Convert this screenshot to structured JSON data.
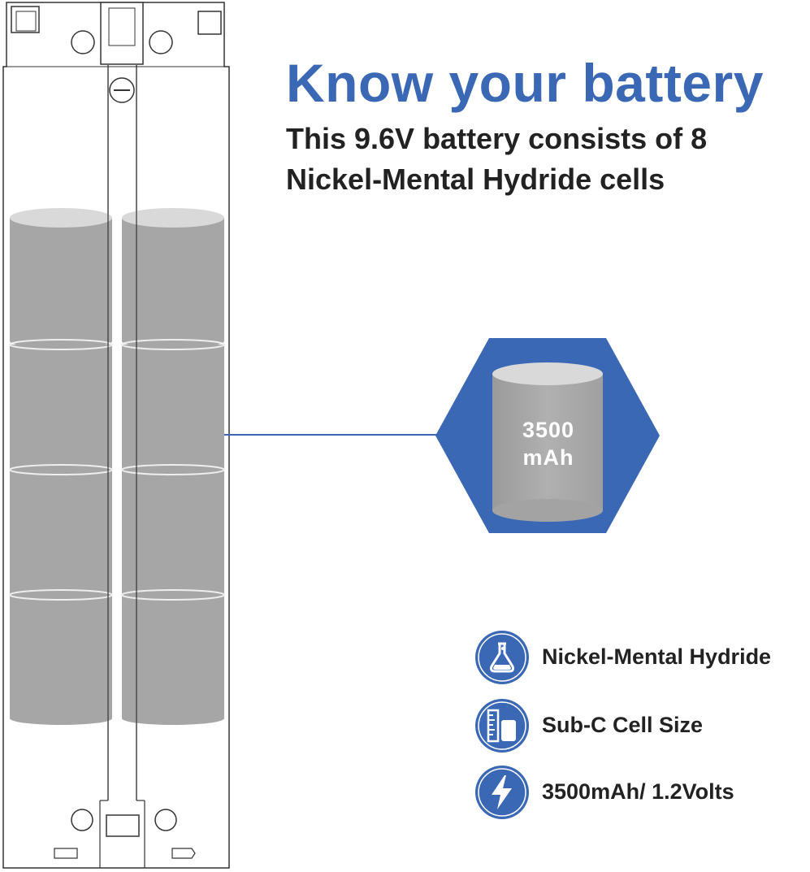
{
  "heading": {
    "title": "Know your battery",
    "subtitle_line1": "This 9.6V battery consists of 8",
    "subtitle_line2": "Nickel-Mental Hydride cells"
  },
  "cell_callout": {
    "capacity_value": "3500",
    "capacity_unit": "mAh"
  },
  "features": [
    {
      "icon": "flask-icon",
      "label": "Nickel-Mental Hydride"
    },
    {
      "icon": "ruler-cell-icon",
      "label": "Sub-C Cell Size"
    },
    {
      "icon": "lightning-icon",
      "label": "3500mAh/ 1.2Volts"
    }
  ],
  "colors": {
    "accent_blue": "#3a68b4",
    "cell_gray": "#a6a6a6",
    "cell_top": "#d9d9d9",
    "text_dark": "#222222"
  }
}
